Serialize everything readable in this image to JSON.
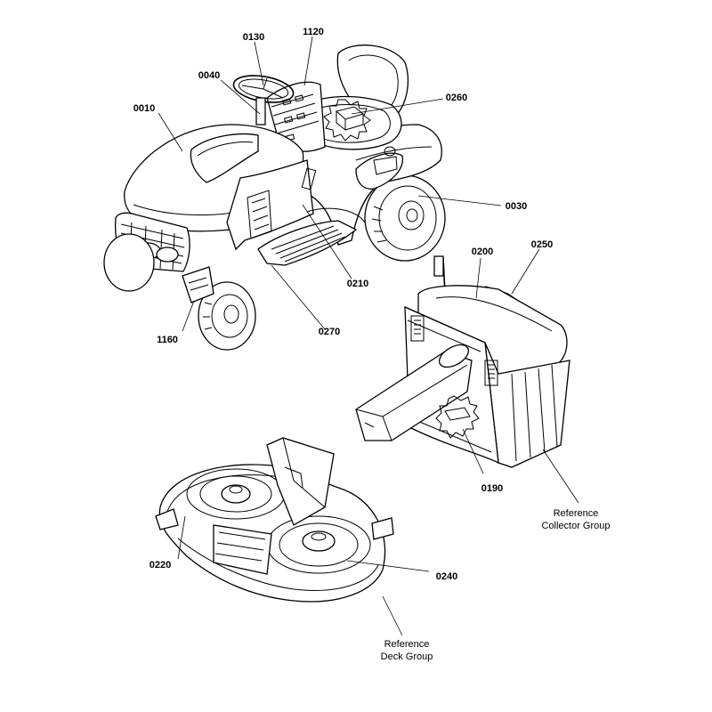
{
  "callouts": {
    "c0130": "0130",
    "c1120": "1120",
    "c0040": "0040",
    "c0010": "0010",
    "c0260": "0260",
    "c0030": "0030",
    "c0200": "0200",
    "c0250": "0250",
    "c0210": "0210",
    "c1160": "1160",
    "c0270": "0270",
    "c0190": "0190",
    "c0220": "0220",
    "c0240": "0240"
  },
  "references": {
    "collector_line1": "Reference",
    "collector_line2": "Collector Group",
    "deck_line1": "Reference",
    "deck_line2": "Deck Group"
  }
}
